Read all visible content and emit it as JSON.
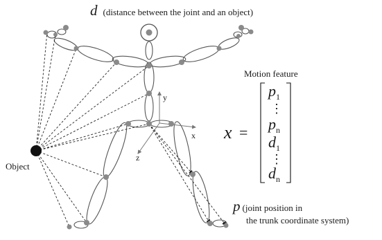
{
  "title": {
    "symbol": "d",
    "caption": "(distance between the joint and an object)"
  },
  "object_label": "Object",
  "axes": {
    "y": "y",
    "x": "x",
    "z": "z"
  },
  "formula": {
    "heading": "Motion feature",
    "lhs": "x",
    "equals": "=",
    "entries": [
      {
        "base": "p",
        "sub": "1"
      },
      {
        "base": "⋮",
        "sub": ""
      },
      {
        "base": "p",
        "sub": "n"
      },
      {
        "base": "d",
        "sub": "1"
      },
      {
        "base": "⋮",
        "sub": ""
      },
      {
        "base": "d",
        "sub": "n"
      }
    ]
  },
  "position_note": {
    "symbol": "p",
    "line1": "(joint position in",
    "line2": "the trunk coordinate system)"
  }
}
